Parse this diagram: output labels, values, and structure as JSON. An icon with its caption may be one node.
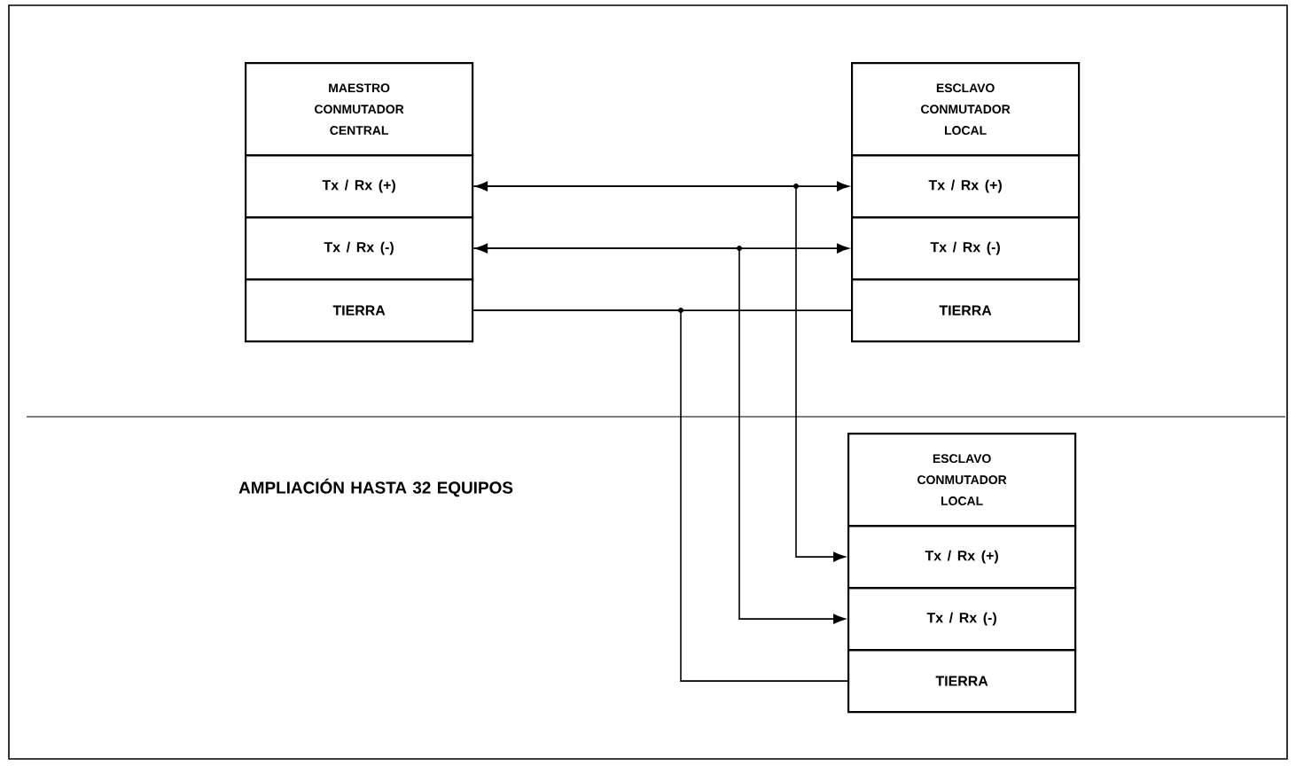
{
  "diagram": {
    "nodes": [
      {
        "text": [
          "MAESTRO CONMUTADOR CENTRAL"
        ]
      },
      {
        "text": [
          "Tx / Rx (+)"
        ]
      },
      {
        "text": [
          "Tx / Rx (-)"
        ]
      },
      {
        "text": [
          "TIERRA"
        ]
      },
      {
        "text": [
          "ESCLAVO CONMUTADOR LOCAL"
        ]
      },
      {
        "text": [
          "Tx / Rx (+)"
        ]
      },
      {
        "text": [
          "Tx / Rx (-)"
        ]
      },
      {
        "text": [
          "TIERRA"
        ]
      },
      {
        "text": [
          "ESCLAVO CONMUTADOR LOCAL"
        ]
      },
      {
        "text": [
          "Tx / Rx (+)"
        ]
      },
      {
        "text": [
          "Tx / Rx (-)"
        ]
      },
      {
        "text": [
          "TIERRA"
        ]
      }
    ],
    "edges": [
      {
        "from": 1,
        "to": 5,
        "arrow": "both"
      },
      {
        "from": 2,
        "to": 6,
        "arrow": "both"
      },
      {
        "from": 3,
        "to": 7,
        "arrow": "none"
      },
      {
        "from": 1,
        "to": 9,
        "arrow": "to"
      },
      {
        "from": 2,
        "to": 10,
        "arrow": "to"
      },
      {
        "from": 3,
        "to": 11,
        "arrow": "none"
      }
    ],
    "labels": [
      "AMPLIACIÓN HASTA 32 EQUIPOS"
    ]
  }
}
